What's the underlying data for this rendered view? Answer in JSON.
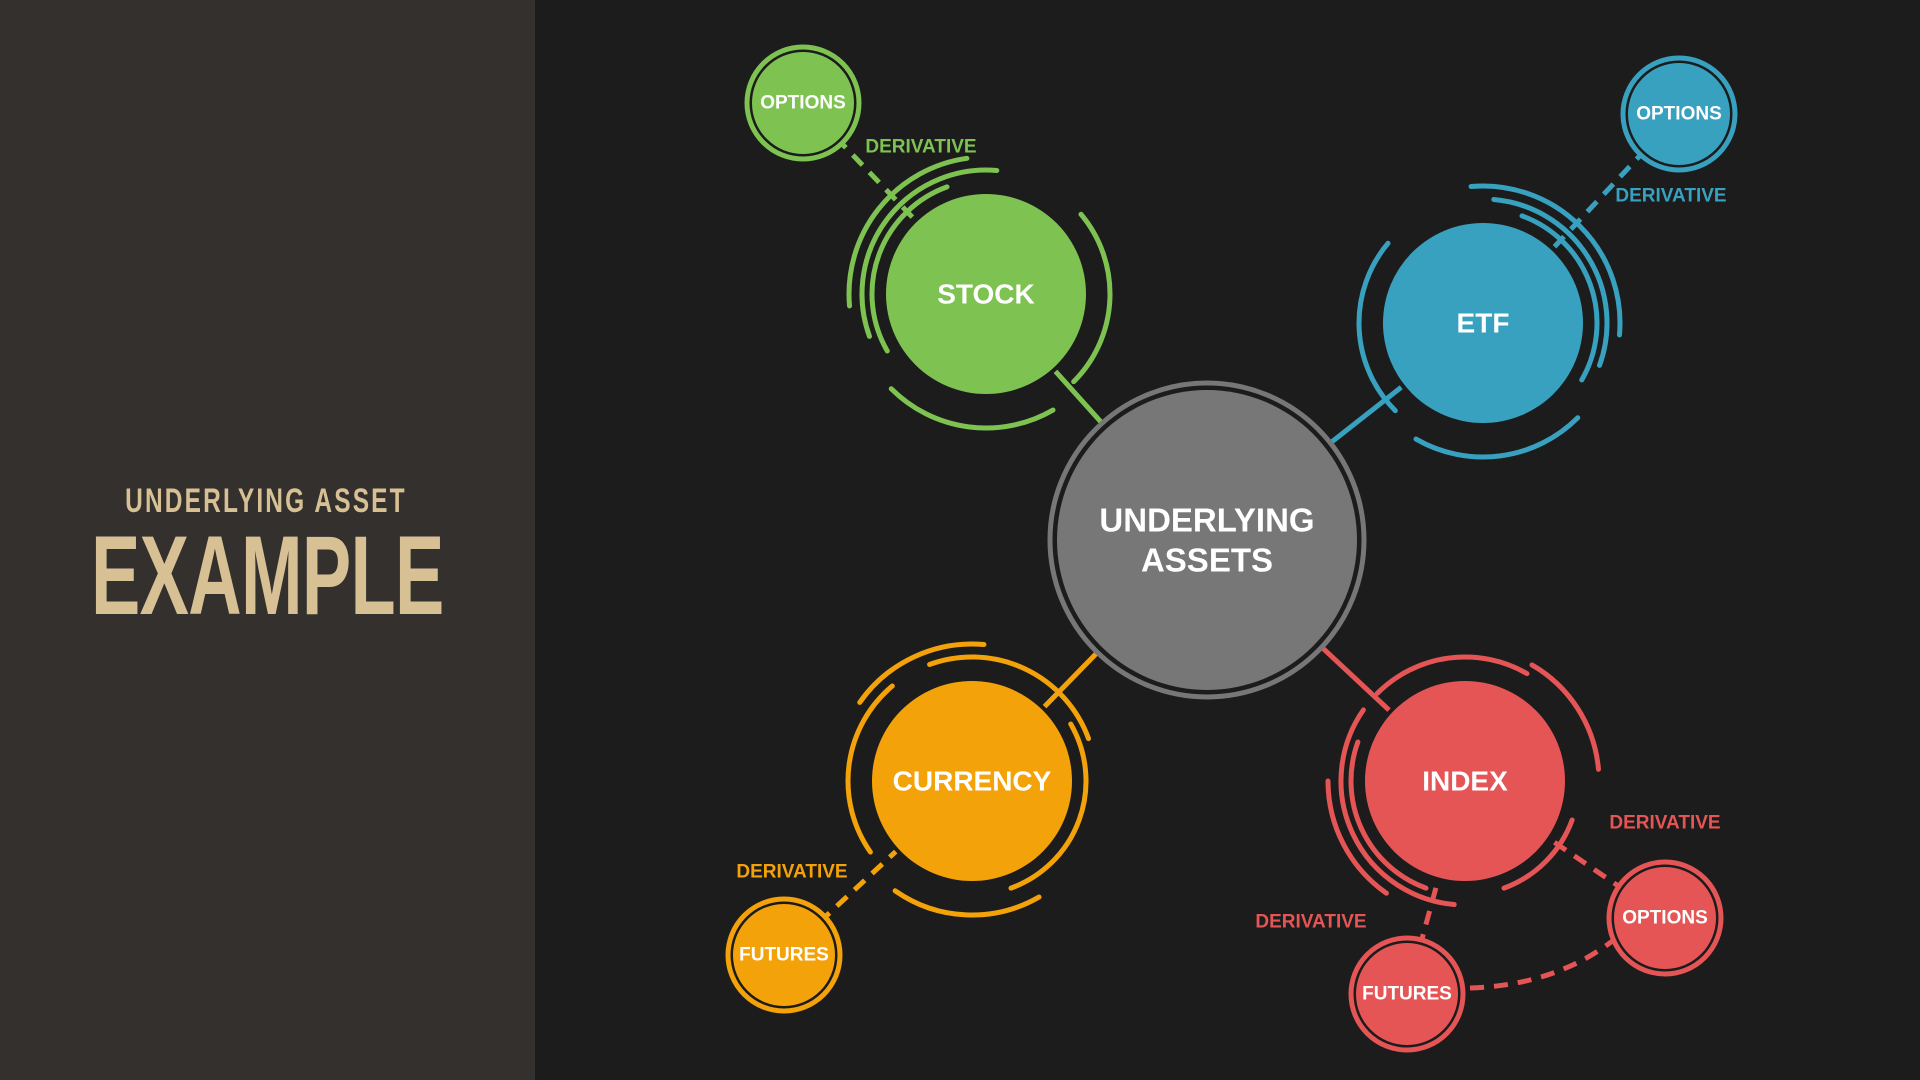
{
  "sidebar": {
    "subtitle": "UNDERLYING ASSET",
    "title": "EXAMPLE"
  },
  "colors": {
    "green": "#7ec352",
    "blue": "#38a1bf",
    "orange": "#f4a20a",
    "red": "#e65556",
    "gray": "#777777",
    "sidebar_text": "#d8c095"
  },
  "diagram": {
    "center": {
      "line1": "UNDERLYING",
      "line2": "ASSETS"
    },
    "nodes": {
      "stock": {
        "label": "STOCK",
        "color": "green"
      },
      "etf": {
        "label": "ETF",
        "color": "blue"
      },
      "currency": {
        "label": "CURRENCY",
        "color": "orange"
      },
      "index": {
        "label": "INDEX",
        "color": "red"
      }
    },
    "derivatives": {
      "stock_options": {
        "label": "OPTIONS",
        "relation": "DERIVATIVE",
        "color": "green"
      },
      "etf_options": {
        "label": "OPTIONS",
        "relation": "DERIVATIVE",
        "color": "blue"
      },
      "currency_futures": {
        "label": "FUTURES",
        "relation": "DERIVATIVE",
        "color": "orange"
      },
      "index_options": {
        "label": "OPTIONS",
        "relation": "DERIVATIVE",
        "color": "red"
      },
      "index_futures": {
        "label": "FUTURES",
        "relation": "DERIVATIVE",
        "color": "red"
      }
    }
  }
}
